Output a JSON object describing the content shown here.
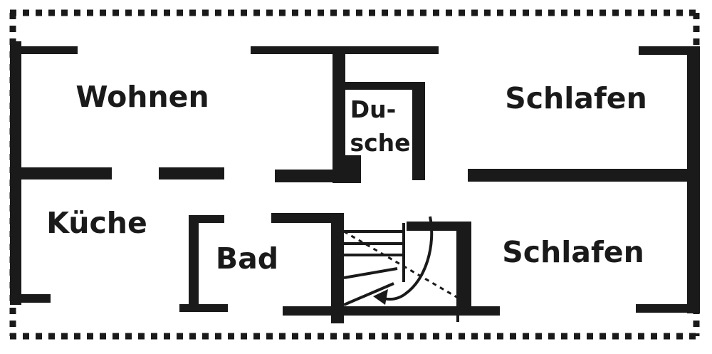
{
  "rooms": {
    "wohnen": "Wohnen",
    "dusche_line1": "Du-",
    "dusche_line2": "sche",
    "schlafen_top": "Schlafen",
    "kueche": "Küche",
    "bad": "Bad",
    "schlafen_bottom": "Schlafen"
  },
  "colors": {
    "walls": "#1a1a1a",
    "background": "#ffffff"
  }
}
